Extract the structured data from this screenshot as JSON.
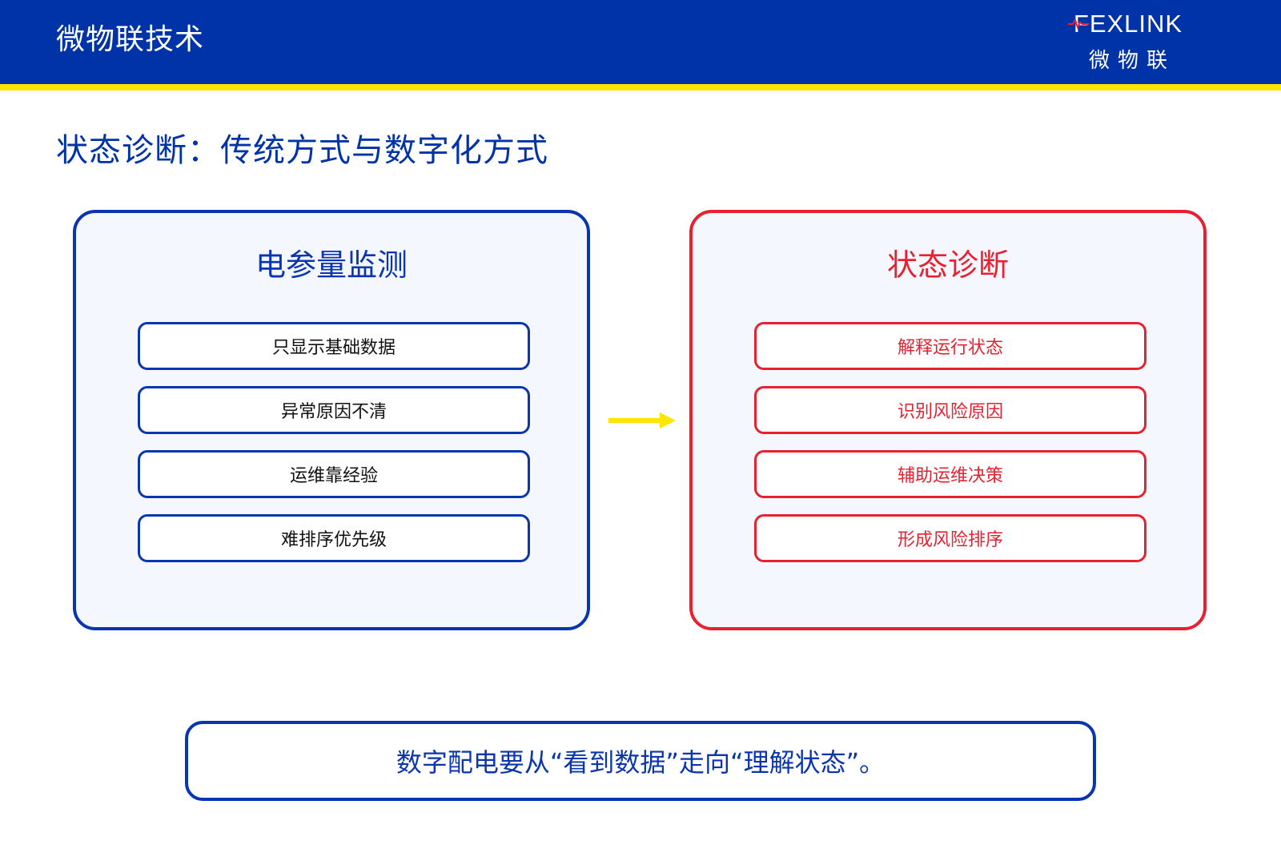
{
  "header": {
    "title": "微物联技术",
    "logo": {
      "wordmark": "FEXLINK",
      "chinese": "微物联",
      "icon": "pulse-line-icon"
    }
  },
  "slide": {
    "title": "状态诊断：传统方式与数字化方式"
  },
  "panels": [
    {
      "title": "电参量监测",
      "color": "#0a35b0",
      "items": [
        "只显示基础数据",
        "异常原因不清",
        "运维靠经验",
        "难排序优先级"
      ]
    },
    {
      "title": "状态诊断",
      "color": "#e8202f",
      "items": [
        "解释运行状态",
        "识别风险原因",
        "辅助运维决策",
        "形成风险排序"
      ]
    }
  ],
  "arrow": {
    "icon": "right-arrow-icon",
    "color": "#ffe600"
  },
  "statement": "数字配电要从“看到数据”走向“理解状态”。",
  "colors": {
    "header_bg": "#0033a8",
    "accent_stripe": "#ffe600",
    "primary_blue": "#0a35b0",
    "alert_red": "#e8202f"
  }
}
